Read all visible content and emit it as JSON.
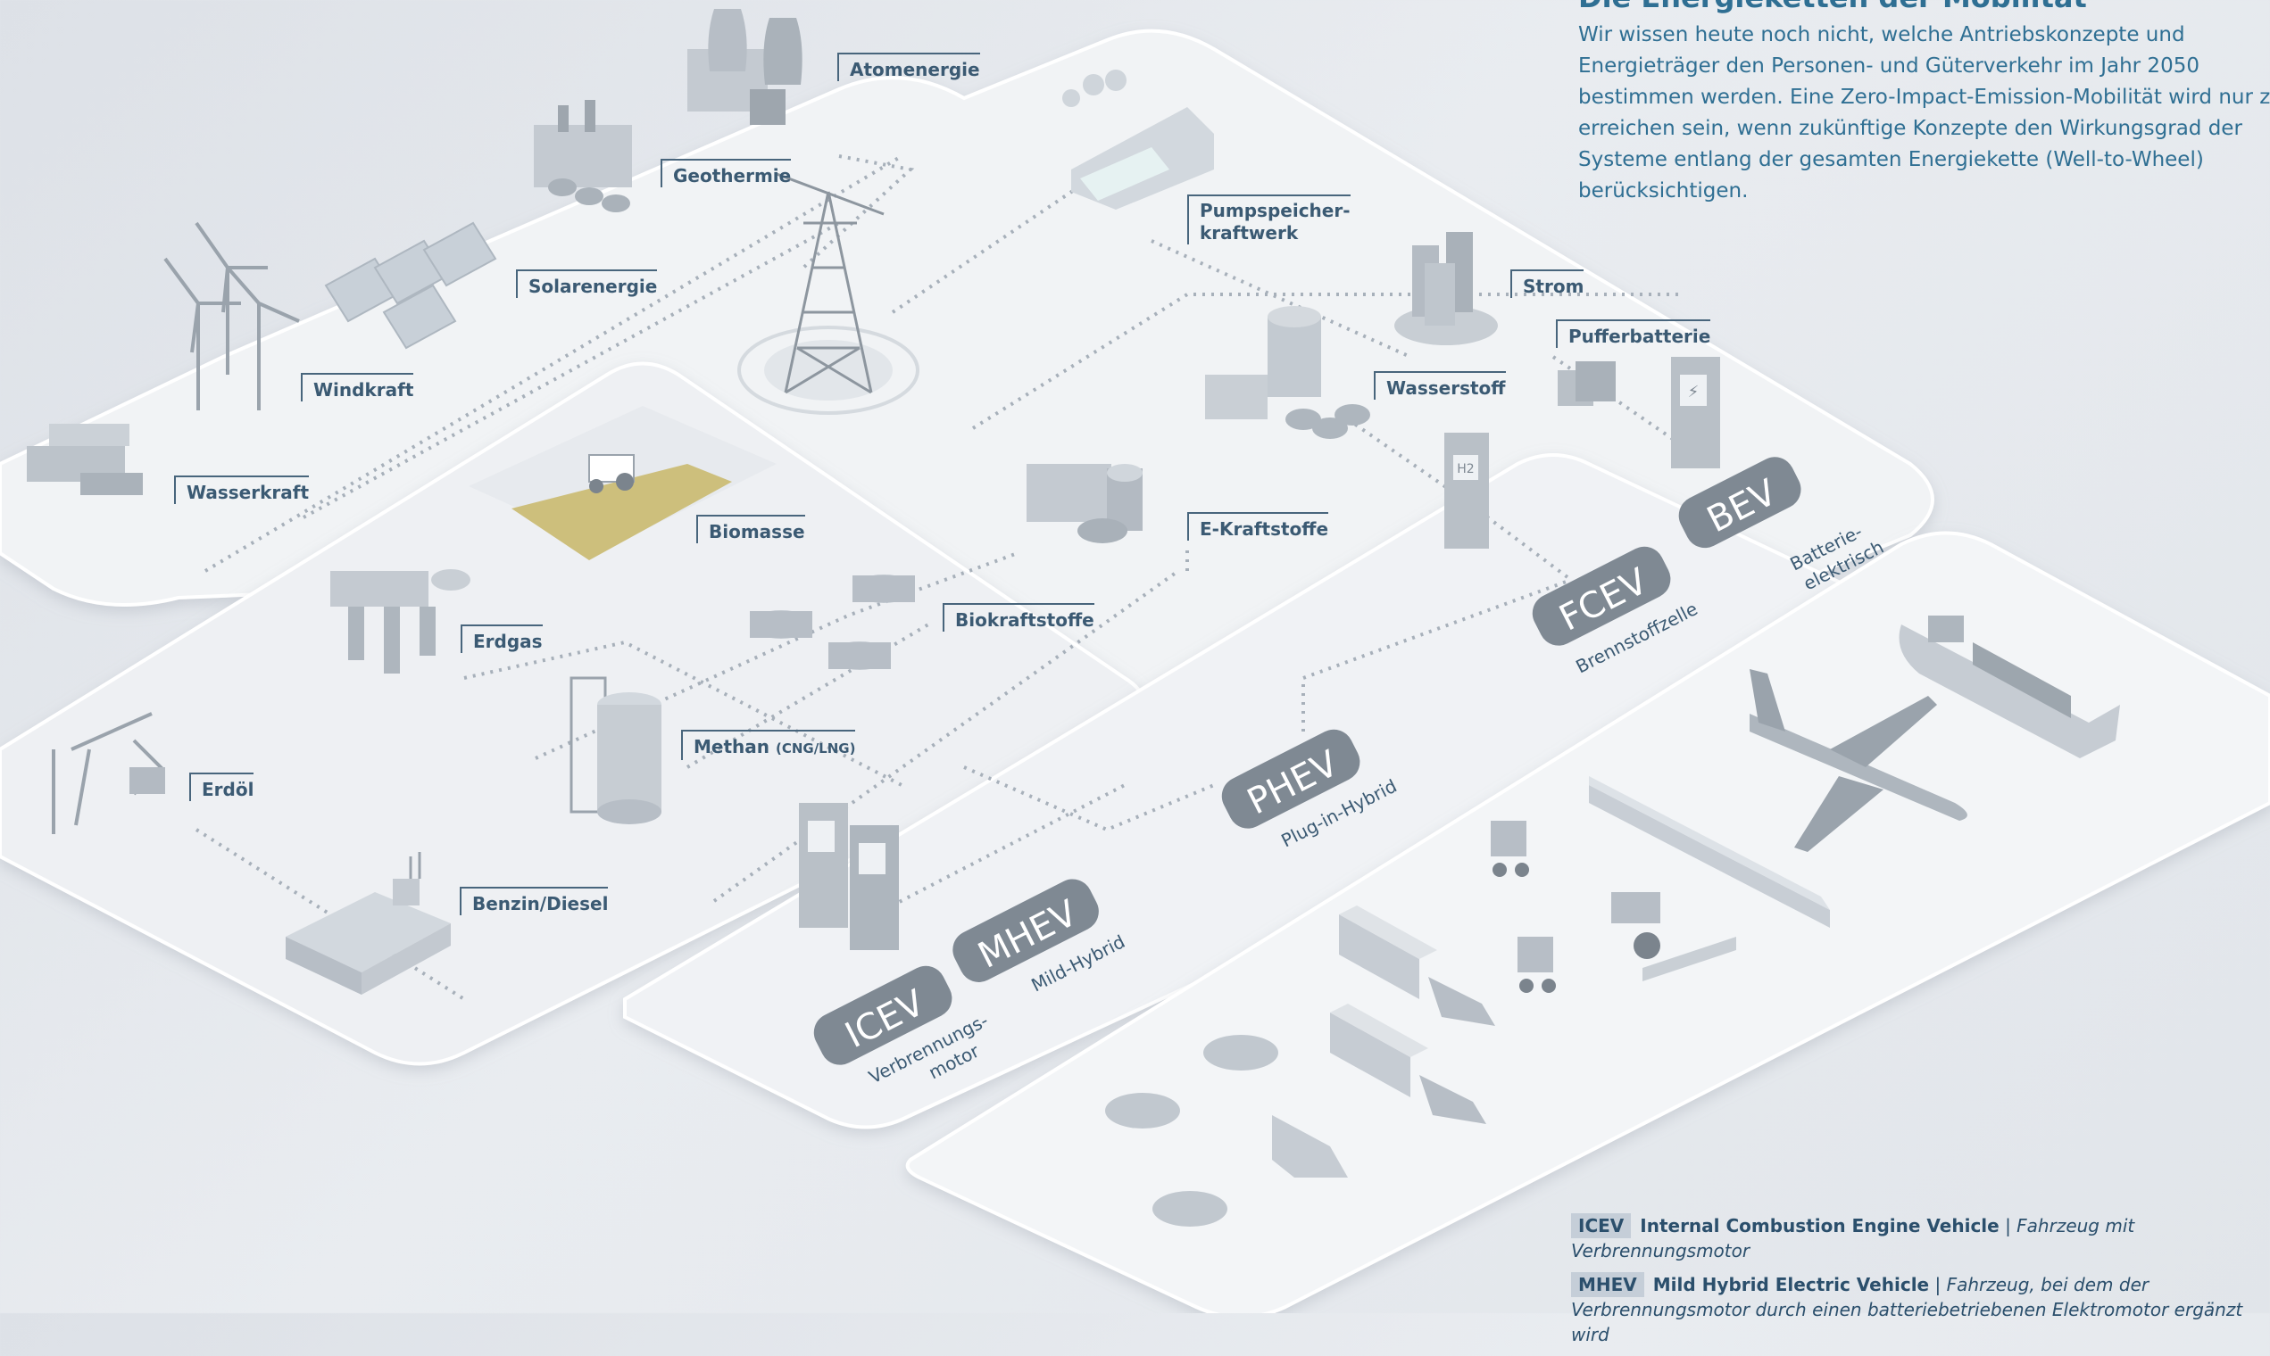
{
  "header": {
    "title": "Die Energieketten der Mobilität",
    "intro": "Wir wissen heute noch nicht, welche Antriebskonzepte und Energieträger den Personen- und Güterverkehr im Jahr 2050 bestimmen werden. Eine Zero-Impact-Emission-Mobilität wird nur zu erreichen sein, wenn zukünftige Konzepte den Wirkungsgrad der Systeme entlang der gesamten Energiekette (Well-to-Wheel) berücksichtigen."
  },
  "sources": {
    "atomenergie": "Atomenergie",
    "geothermie": "Geothermie",
    "solarenergie": "Solarenergie",
    "windkraft": "Windkraft",
    "wasserkraft": "Wasserkraft",
    "biomasse": "Biomasse",
    "erdgas": "Erdgas",
    "erdoel": "Erdöl",
    "pumpspeicher": "Pumpspeicher-",
    "pumpspeicher2": "kraftwerk"
  },
  "carriers": {
    "strom": "Strom",
    "pufferbatterie": "Pufferbatterie",
    "wasserstoff": "Wasserstoff",
    "ekraftstoffe": "E-Kraftstoffe",
    "biokraftstoffe": "Biokraftstoffe",
    "methan": "Methan",
    "methan_sub": "(CNG/LNG)",
    "benzin": "Benzin/Diesel"
  },
  "drives": {
    "bev": "BEV",
    "bev_sub1": "Batterie-",
    "bev_sub2": "elektrisch",
    "fcev": "FCEV",
    "fcev_sub": "Brennstoffzelle",
    "phev": "PHEV",
    "phev_sub": "Plug-in-Hybrid",
    "mhev": "MHEV",
    "mhev_sub": "Mild-Hybrid",
    "icev": "ICEV",
    "icev_sub1": "Verbrennungs-",
    "icev_sub2": "motor"
  },
  "pump": {
    "h2": "H2",
    "bolt": "⚡"
  },
  "legend": [
    {
      "abbr": "ICEV",
      "name": "Internal Combustion Engine Vehicle",
      "sep": " | ",
      "desc": "Fahrzeug mit Verbrennungsmotor"
    },
    {
      "abbr": "MHEV",
      "name": "Mild Hybrid Electric Vehicle",
      "sep": " | ",
      "desc": "Fahrzeug, bei dem der Verbrennungsmotor durch einen batteriebetriebenen Elektromotor ergänzt wird"
    }
  ],
  "colors": {
    "platform": "#f1f3f5",
    "platform_edge": "#ffffff",
    "dots": "#a7b0ba",
    "object": "#b7bec6",
    "object_dark": "#8d969f",
    "badge": "#7f8993",
    "field": "#cdbf7c",
    "text": "#3b5a73",
    "intro": "#2f6f93"
  }
}
